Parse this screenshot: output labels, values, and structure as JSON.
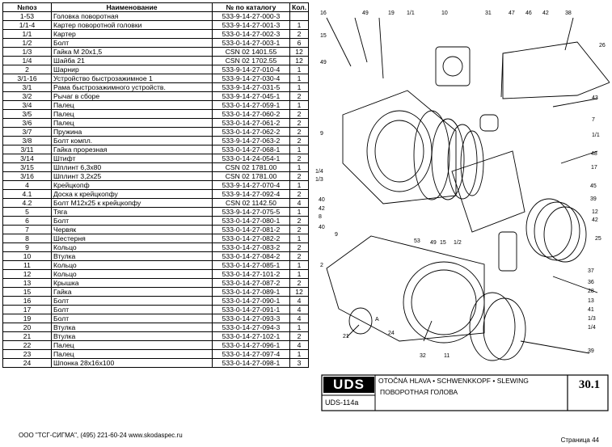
{
  "table": {
    "headers": [
      "№поз",
      "Наименование",
      "№ по каталогу",
      "Кол."
    ],
    "rows": [
      [
        "1-53",
        "Головка поворотная",
        "533-9-14-27-000-3",
        ""
      ],
      [
        "1/1-4",
        "Картер поворотной головки",
        "533-9-14-27-001-3",
        "1"
      ],
      [
        "1/1",
        "Картер",
        "533-0-14-27-002-3",
        "2"
      ],
      [
        "1/2",
        "Болт",
        "533-0-14-27-003-1",
        "6"
      ],
      [
        "1/3",
        "Гайка М 20х1,5",
        "CSN 02 1401.55",
        "12"
      ],
      [
        "1/4",
        "Шайба 21",
        "CSN 02 1702.55",
        "12"
      ],
      [
        "2",
        "Шарнир",
        "533-9-14-27-010-4",
        "1"
      ],
      [
        "3/1-16",
        "Устройство быстрозажимное          1",
        "533-9-14-27-030-4",
        "1"
      ],
      [
        "3/1",
        "Рама быстрозажимного устройств.",
        "533-9-14-27-031-5",
        "1"
      ],
      [
        "3/2",
        "Рычаг в сборе",
        "533-9-14-27-045-1",
        "2"
      ],
      [
        "3/4",
        "Палец",
        "533-0-14-27-059-1",
        "1"
      ],
      [
        "3/5",
        "Палец",
        "533-0-14-27-060-2",
        "2"
      ],
      [
        "3/6",
        "Палец",
        "533-0-14-27-061-2",
        "2"
      ],
      [
        "3/7",
        "Пружина",
        "533-0-14-27-062-2",
        "2"
      ],
      [
        "3/8",
        "Болт компл.",
        "533-9-14-27-063-2",
        "2"
      ],
      [
        "3/11",
        "Гайка прорезная",
        "533-0-14-27-068-1",
        "1"
      ],
      [
        "3/14",
        "Штифт",
        "533-0-14-24-054-1",
        "2"
      ],
      [
        "3/15",
        "Шплинт 6,3х80",
        "CSN 02 1781.00",
        "1"
      ],
      [
        "3/16",
        "Шплинт 3,2х25",
        "CSN 02 1781.00",
        "2"
      ],
      [
        "4",
        "Крейцкопф",
        "533-9-14-27-070-4",
        "1"
      ],
      [
        "4.1",
        "Доска к крейцкопфу",
        "533-9-14-27-092-4",
        "2"
      ],
      [
        "4.2",
        "Болт М12х25 к крейцкопфу",
        "CSN 02 1142.50",
        "4"
      ],
      [
        "5",
        "Тяга",
        "533-9-14-27-075-5",
        "1"
      ],
      [
        "6",
        "Болт",
        "533-0-14-27-080-1",
        "2"
      ],
      [
        "7",
        "Червяк",
        "533-0-14-27-081-2",
        "2"
      ],
      [
        "8",
        "Шестерня",
        "533-0-14-27-082-2",
        "1"
      ],
      [
        "9",
        "Кольцо",
        "533-0-14-27-083-2",
        "2"
      ],
      [
        "10",
        "Втулка",
        "533-0-14-27-084-2",
        "2"
      ],
      [
        "11",
        "Кольцо",
        "533-0-14-27-085-1",
        "1"
      ],
      [
        "12",
        "Кольцо",
        "533-0-14-27-101-2",
        "1"
      ],
      [
        "13",
        "Крышка",
        "533-0-14-27-087-2",
        "2"
      ],
      [
        "15",
        "Гайка",
        "533-0-14-27-089-1",
        "12"
      ],
      [
        "16",
        "Болт",
        "533-0-14-27-090-1",
        "4"
      ],
      [
        "17",
        "Болт",
        "533-0-14-27-091-1",
        "4"
      ],
      [
        "19",
        "Болт",
        "533-0-14-27-093-3",
        "4"
      ],
      [
        "20",
        "Втулка",
        "533-0-14-27-094-3",
        "1"
      ],
      [
        "21",
        "Втулка",
        "533-0-14-27-102-1",
        "2"
      ],
      [
        "22",
        "Палец",
        "533-0-14-27-096-1",
        "4"
      ],
      [
        "23",
        "Палец",
        "533-0-14-27-097-4",
        "1"
      ],
      [
        "24",
        "Шпонка 28х16х100",
        "533-0-14-27-098-1",
        "3"
      ]
    ]
  },
  "drawing": {
    "logo": "UDS",
    "model": "UDS-114a",
    "title_line1": "OTOČNÁ  HLAVA • SCHWENKKOPF • SLEWING",
    "title_line2": "ПОВОРОТНАЯ ГОЛОВА",
    "sheet_number": "30.1",
    "callouts": [
      {
        "label": "16"
      },
      {
        "label": "15"
      },
      {
        "label": "49"
      },
      {
        "label": "49"
      },
      {
        "label": "19"
      },
      {
        "label": "1/1"
      },
      {
        "label": "10"
      },
      {
        "label": "31"
      },
      {
        "label": "47"
      },
      {
        "label": "46"
      },
      {
        "label": "42"
      },
      {
        "label": "38"
      },
      {
        "label": "26"
      },
      {
        "label": "43"
      },
      {
        "label": "7"
      },
      {
        "label": "1/1"
      },
      {
        "label": "48"
      },
      {
        "label": "17"
      },
      {
        "label": "45"
      },
      {
        "label": "39"
      },
      {
        "label": "12"
      },
      {
        "label": "42"
      },
      {
        "label": "25"
      },
      {
        "label": "9"
      },
      {
        "label": "1/4"
      },
      {
        "label": "1/3"
      },
      {
        "label": "40"
      },
      {
        "label": "42"
      },
      {
        "label": "8"
      },
      {
        "label": "40"
      },
      {
        "label": "9"
      },
      {
        "label": "53"
      },
      {
        "label": "49"
      },
      {
        "label": "15"
      },
      {
        "label": "1/2"
      },
      {
        "label": "2"
      },
      {
        "label": "37"
      },
      {
        "label": "36"
      },
      {
        "label": "28"
      },
      {
        "label": "13"
      },
      {
        "label": "41"
      },
      {
        "label": "1/3"
      },
      {
        "label": "1/4"
      },
      {
        "label": "21"
      },
      {
        "label": "24"
      },
      {
        "label": "32"
      },
      {
        "label": "11"
      },
      {
        "label": "39"
      },
      {
        "label": "A"
      }
    ]
  },
  "footer": {
    "company": "ООО \"ТСГ-СИГМА\", (495) 221-60-24 www.skodaspec.ru",
    "page": "Страница 44"
  }
}
